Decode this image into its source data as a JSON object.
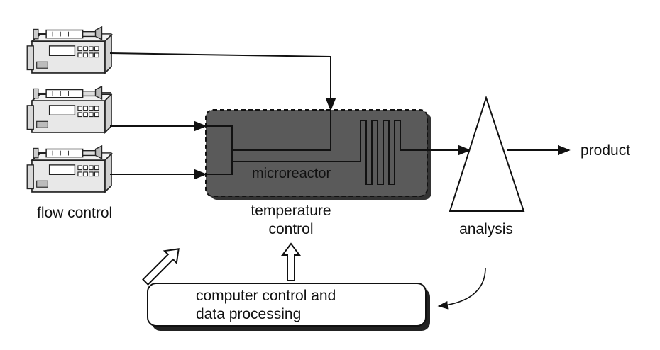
{
  "labels": {
    "flow_control": "flow control",
    "microreactor": "microreactor",
    "temperature_line1": "temperature",
    "temperature_line2": "control",
    "analysis": "analysis",
    "product": "product",
    "computer_line1": "computer control and",
    "computer_line2": "data processing"
  },
  "colors": {
    "reactor_fill": "#5a5a5a",
    "line": "#111111",
    "pump_body": "#e6e6e6"
  }
}
